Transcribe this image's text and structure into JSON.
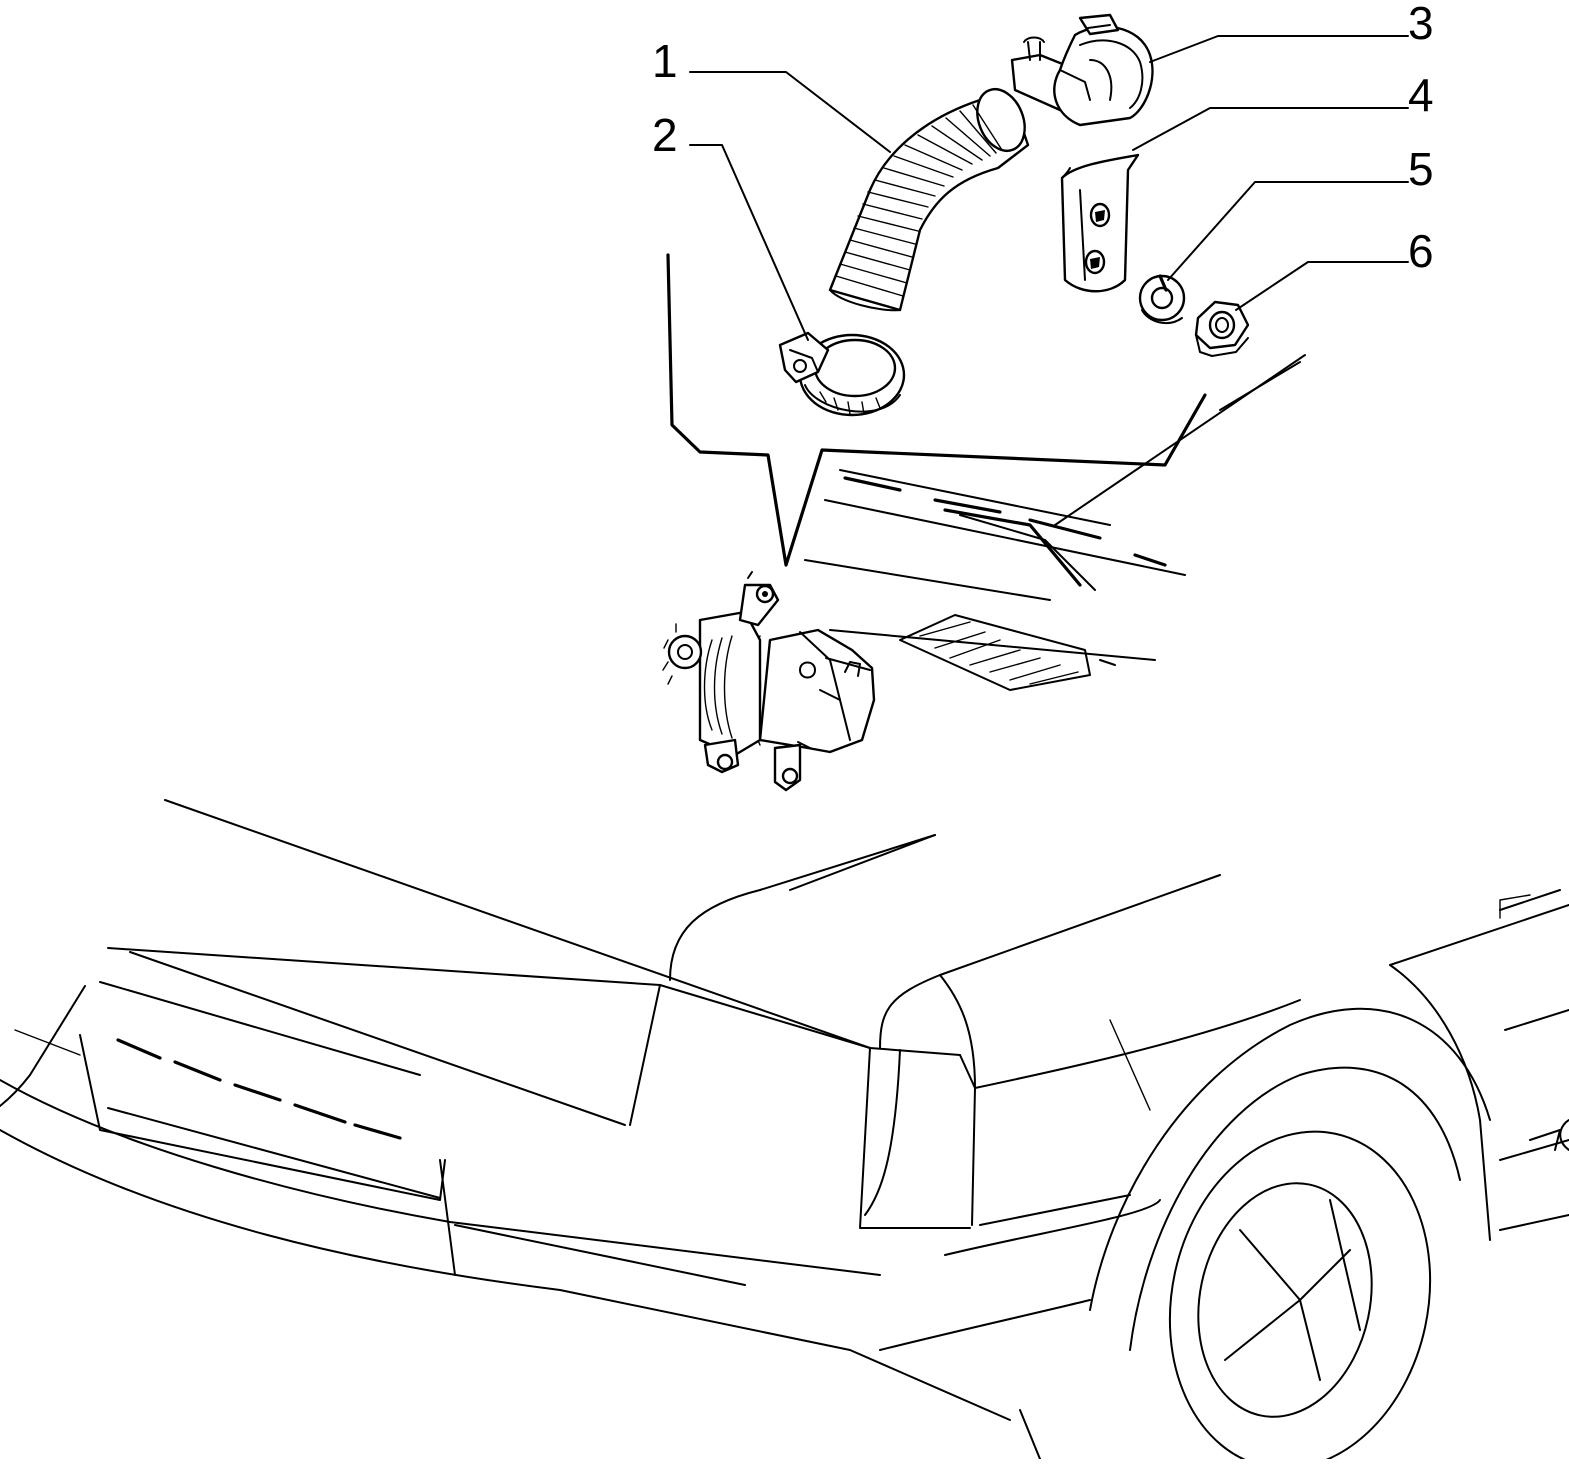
{
  "diagram": {
    "background_color": "#ffffff",
    "line_color": "#000000",
    "callouts": [
      {
        "number": "1",
        "part": "hose"
      },
      {
        "number": "2",
        "part": "hose-clamp"
      },
      {
        "number": "3",
        "part": "pipe-clamp"
      },
      {
        "number": "4",
        "part": "bracket"
      },
      {
        "number": "5",
        "part": "washer"
      },
      {
        "number": "6",
        "part": "nut"
      }
    ]
  }
}
